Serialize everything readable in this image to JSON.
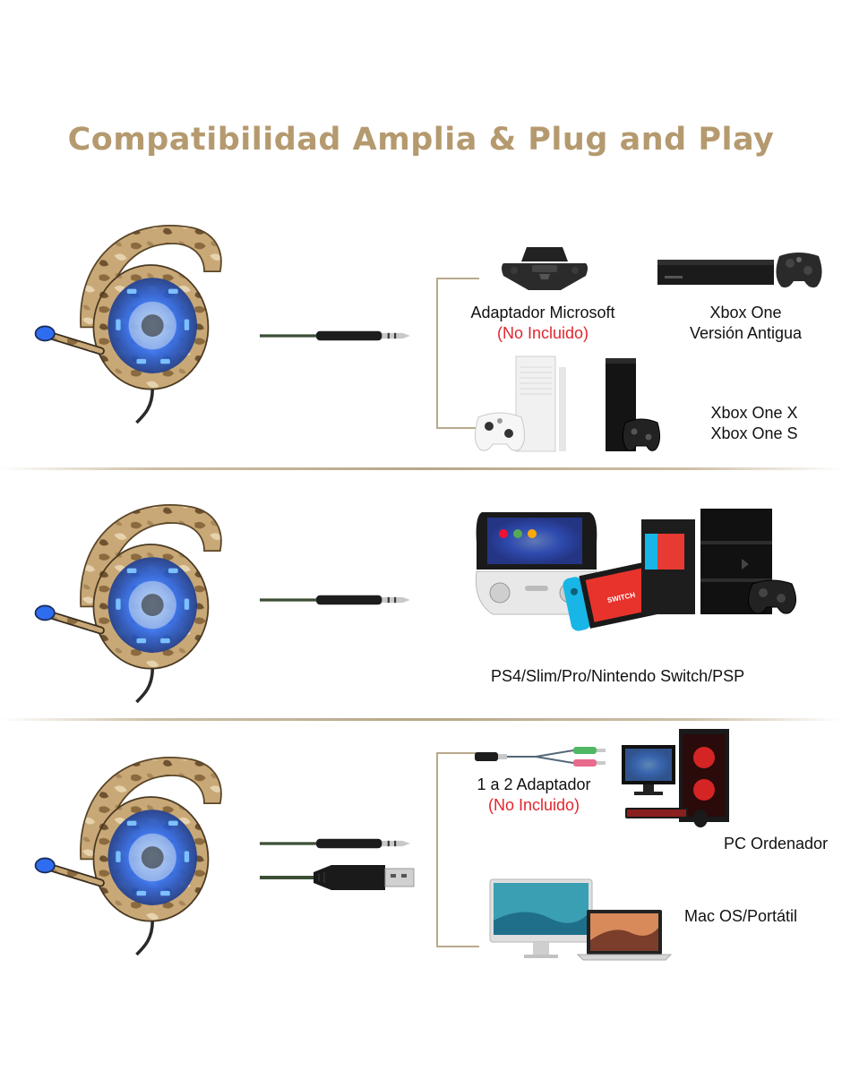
{
  "title": "Compatibilidad Amplia & Plug and Play",
  "sections": [
    {
      "devices": [
        {
          "name": "Adaptador Microsoft",
          "note": "(No Incluido)"
        },
        {
          "line1": "Xbox One",
          "line2": "Versión Antigua"
        },
        {
          "line1": "Xbox One X",
          "line2": "Xbox One S"
        }
      ]
    },
    {
      "caption": "PS4/Slim/Pro/Nintendo Switch/PSP"
    },
    {
      "devices": [
        {
          "name": "1 a 2 Adaptador",
          "note": "(No Incluido)"
        },
        {
          "label": "PC Ordenador"
        },
        {
          "label": "Mac OS/Portátil"
        }
      ]
    }
  ],
  "colors": {
    "title": "#b59a6f",
    "note_red": "#e0262e",
    "divider": "#b7a78a",
    "headset_camo": "#c9a877",
    "headset_led": "#2f6df0"
  },
  "icons": [
    "headset-icon",
    "jack-cable-icon",
    "usb-cable-icon",
    "xbox-adapter-icon",
    "xbox-one-icon",
    "xbox-one-s-icon",
    "xbox-one-x-icon",
    "psp-icon",
    "nintendo-switch-icon",
    "ps4-pro-icon",
    "splitter-cable-icon",
    "pc-gaming-icon",
    "mac-laptop-icon"
  ]
}
